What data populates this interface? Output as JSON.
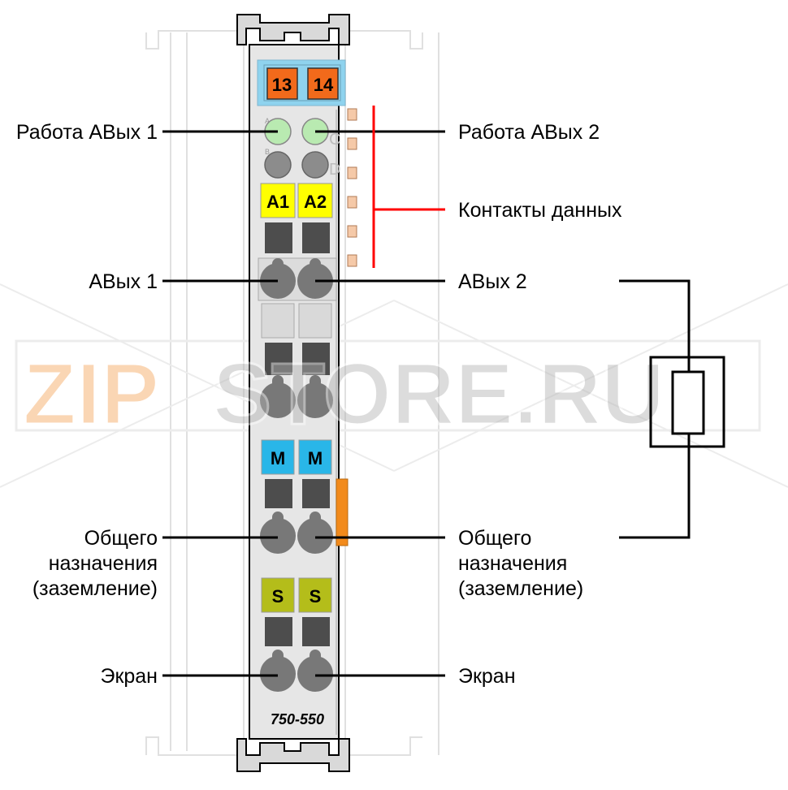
{
  "module": {
    "model": "750-550",
    "top_terminals": [
      "13",
      "14"
    ],
    "led_letters": [
      "A",
      "B",
      "C",
      "D"
    ],
    "channel_labels_1": [
      "A1",
      "A2"
    ],
    "channel_labels_2": [
      "M",
      "M"
    ],
    "channel_labels_3": [
      "S",
      "S"
    ]
  },
  "labels": {
    "left": {
      "work1": "Работа АВых 1",
      "out1": "АВых 1",
      "gnd1_line1": "Общего",
      "gnd1_line2": "назначения",
      "gnd1_line3": "(заземление)",
      "screen1": "Экран"
    },
    "right": {
      "work2": "Работа АВых 2",
      "data": "Контакты данных",
      "out2": "АВых 2",
      "gnd2_line1": "Общего",
      "gnd2_line2": "назначения",
      "gnd2_line3": "(заземление)",
      "screen2": "Экран"
    }
  },
  "watermark": {
    "text_a": "ZIP",
    "text_b": "STORE.RU"
  },
  "colors": {
    "body": "#e6e6e6",
    "terminal_orange": "#f26a1b",
    "top_blue": "#8fd3ee",
    "led_green": "#b9eab1",
    "led_gray": "#8c8c8c",
    "yellow": "#ffff00",
    "cyan": "#29b6e8",
    "olive": "#b4bd1a",
    "data_line_red": "#ff0000",
    "slot_dark": "#4d4d4d",
    "screw_gray": "#787878"
  }
}
